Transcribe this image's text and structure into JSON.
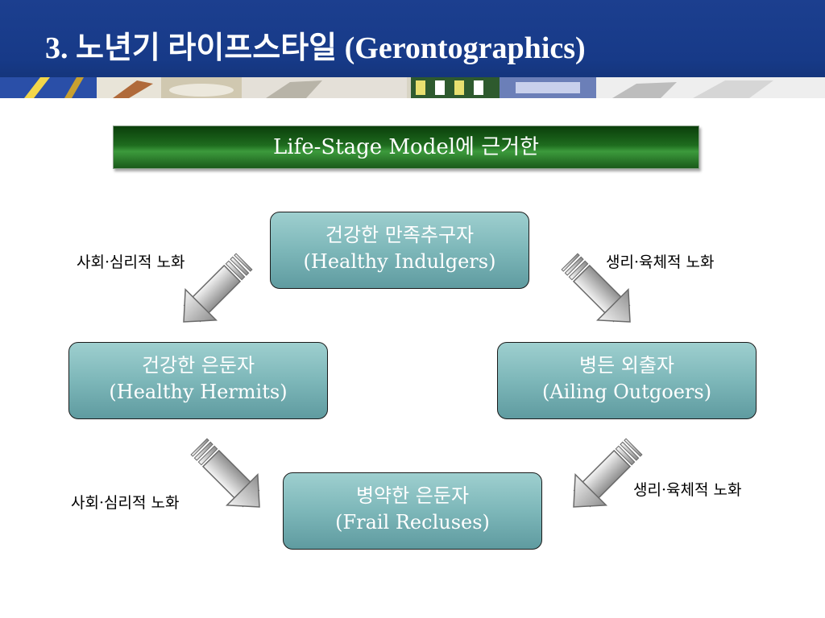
{
  "slide": {
    "title": "3. 노년기 라이프스타일 (Gerontographics)",
    "banner": "Life-Stage Model에 근거한"
  },
  "nodes": {
    "top": {
      "ko": "건강한 만족추구자",
      "en": "(Healthy Indulgers)"
    },
    "left": {
      "ko": "건강한 은둔자",
      "en": "(Healthy Hermits)"
    },
    "right": {
      "ko": "병든 외출자",
      "en": "(Ailing Outgoers)"
    },
    "bottom": {
      "ko": "병약한 은둔자",
      "en": "(Frail Recluses)"
    }
  },
  "labels": {
    "top_left": "사회·심리적 노화",
    "top_right": "생리·육체적 노화",
    "bottom_left": "사회·심리적 노화",
    "bottom_right": "생리·육체적 노화"
  },
  "colors": {
    "header_bg": "#173a88",
    "banner_green": "#1e6b1e",
    "node_teal": "#7db7b9",
    "arrow_gray": "#a8a8a8"
  }
}
